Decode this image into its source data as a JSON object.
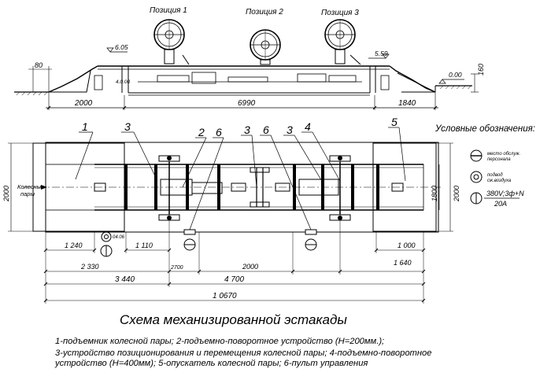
{
  "elevation": {
    "positions": [
      "Позиция 1",
      "Позиция 2",
      "Позиция 3"
    ],
    "level_left": "6.05",
    "level_right": "5.59",
    "level_ground": "0.00",
    "pit_level": "4.0.00",
    "dim_80": "80",
    "dim_160": "160",
    "dim_2000": "2000",
    "dim_6990": "6990",
    "dim_1840": "1840"
  },
  "plan": {
    "callouts": [
      "1",
      "3",
      "2",
      "6",
      "3",
      "6",
      "3",
      "4",
      "5"
    ],
    "left_label": [
      "Колесные",
      "пары"
    ],
    "height_left": "2000",
    "height_right_inner": "1800",
    "height_right_outer": "2000",
    "dims": {
      "d1240": "1 240",
      "d1110": "1 110",
      "d1000": "1 000",
      "d2330": "2 330",
      "d2700": "2700",
      "d2000": "2000",
      "d1640": "1 640",
      "d3440": "3 440",
      "d4700": "4 700",
      "d10670": "1 0670",
      "d04": "04.06"
    }
  },
  "legend": {
    "title": "Условные обозначения:",
    "items": [
      {
        "icon": "operator-place-symbol",
        "text": [
          "место обслуж.",
          "персонала"
        ]
      },
      {
        "icon": "air-duct-symbol",
        "text": [
          "подвод",
          "сж.воздуха"
        ]
      },
      {
        "icon": "power-supply-symbol",
        "top": "380V;3ф+N",
        "bottom": "20A"
      }
    ]
  },
  "caption": {
    "title": "Схема механизированной эстакады",
    "line1": "1-подъемник колесной пары; 2-подъемно-поворотное устройство (H=200мм.);",
    "line2": "3-устройство позиционирования и перемещения колесной пары; 4-подъемно-поворотное",
    "line3": "устройство (H=400мм);  5-опускатель колесной пары; 6-пульт управления"
  },
  "colors": {
    "line": "#000000",
    "background": "#ffffff"
  }
}
